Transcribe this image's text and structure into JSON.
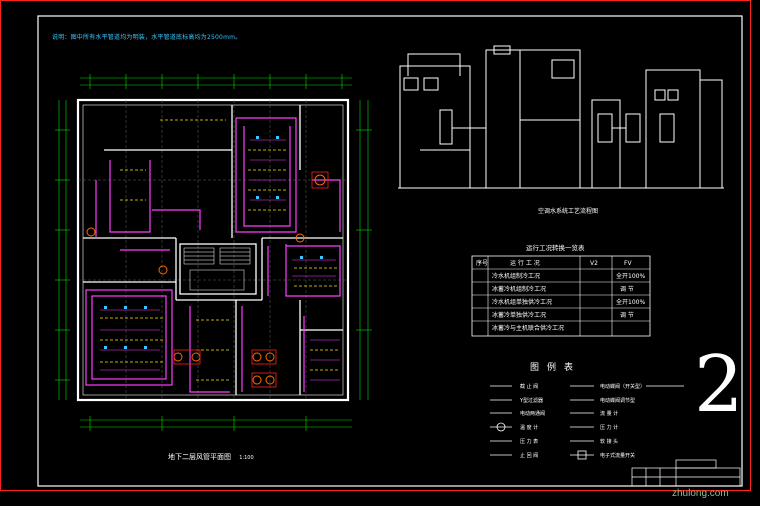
{
  "note_text": "说明：图中所有水平管道均为明装，水平管道底标高均为2500mm。",
  "plan_title": "地下二层风管平面图",
  "plan_scale": "1:100",
  "section_title": "空调水系统工艺流程图",
  "mode_table": {
    "title": "运行工况转换一览表",
    "headers": [
      "序号",
      "运 行 工 况",
      "V2",
      "FV"
    ],
    "rows": [
      [
        "",
        "冷水机组制冷工况",
        "",
        "全开100%"
      ],
      [
        "",
        "冰蓄冷机组制冷工况",
        "",
        "调 节"
      ],
      [
        "",
        "冷水机组单独供冷工况",
        "",
        "全开100%"
      ],
      [
        "",
        "冰蓄冷单独供冷工况",
        "",
        "调 节"
      ],
      [
        "",
        "冰蓄冷与主机联合供冷工况",
        "",
        ""
      ]
    ]
  },
  "legend": {
    "title": "图例表",
    "left": [
      "截 止 阀",
      "Y型过滤器",
      "电动两通阀",
      "温 度 计",
      "压 力 表",
      "止 回 阀"
    ],
    "right": [
      "电动蝶阀（开关型）",
      "电动蝶阀调节型",
      "流 量 计",
      "压 力 计",
      "软 接 头",
      "电子式流量开关"
    ]
  },
  "sheet_number": "2",
  "watermark": "zhulong.com",
  "colors": {
    "duct": "#ff3cff",
    "pipe": "#ffe600",
    "wall": "#ffffff",
    "dim": "#00e000",
    "text_cyan": "#39c6ff",
    "border_red": "#ff2020"
  }
}
